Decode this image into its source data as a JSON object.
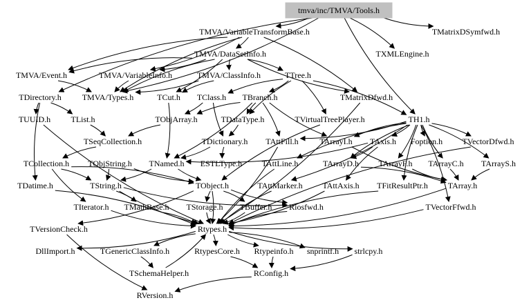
{
  "root": "tmva/inc/TMVA/Tools.h",
  "nodes": [
    {
      "id": "VTB",
      "label": "TMVA/VariableTransformBase.h"
    },
    {
      "id": "MDS",
      "label": "TMatrixDSymfwd.h"
    },
    {
      "id": "DSI",
      "label": "TMVA/DataSetInfo.h"
    },
    {
      "id": "XML",
      "label": "TXMLEngine.h"
    },
    {
      "id": "EVT",
      "label": "TMVA/Event.h"
    },
    {
      "id": "VIN",
      "label": "TMVA/VariableInfo.h"
    },
    {
      "id": "CIN",
      "label": "TMVA/ClassInfo.h"
    },
    {
      "id": "TRE",
      "label": "TTree.h"
    },
    {
      "id": "DIR",
      "label": "TDirectory.h"
    },
    {
      "id": "TYP",
      "label": "TMVA/Types.h"
    },
    {
      "id": "CUT",
      "label": "TCut.h"
    },
    {
      "id": "CLS",
      "label": "TClass.h"
    },
    {
      "id": "BRA",
      "label": "TBranch.h"
    },
    {
      "id": "MDF",
      "label": "TMatrixDfwd.h"
    },
    {
      "id": "UUI",
      "label": "TUUID.h"
    },
    {
      "id": "LST",
      "label": "TList.h"
    },
    {
      "id": "OAR",
      "label": "TObjArray.h"
    },
    {
      "id": "DTT",
      "label": "TDataType.h"
    },
    {
      "id": "VTP",
      "label": "TVirtualTreePlayer.h"
    },
    {
      "id": "TH1",
      "label": "TH1.h"
    },
    {
      "id": "SQC",
      "label": "TSeqCollection.h"
    },
    {
      "id": "DIC",
      "label": "TDictionary.h"
    },
    {
      "id": "AFL",
      "label": "TAttFill.h"
    },
    {
      "id": "ARI",
      "label": "TArrayI.h"
    },
    {
      "id": "AXS",
      "label": "TAxis.h"
    },
    {
      "id": "FOP",
      "label": "Foption.h"
    },
    {
      "id": "VDF",
      "label": "TVectorDfwd.h"
    },
    {
      "id": "COL",
      "label": "TCollection.h"
    },
    {
      "id": "OSH",
      "label": "TObjString.h"
    },
    {
      "id": "NAM",
      "label": "TNamed.h"
    },
    {
      "id": "EST",
      "label": "ESTLType.h"
    },
    {
      "id": "ALI",
      "label": "TAttLine.h"
    },
    {
      "id": "ARD",
      "label": "TArrayD.h"
    },
    {
      "id": "ARF",
      "label": "TArrayF.h"
    },
    {
      "id": "ARC",
      "label": "TArrayC.h"
    },
    {
      "id": "ARS",
      "label": "TArrayS.h"
    },
    {
      "id": "DTM",
      "label": "TDatime.h"
    },
    {
      "id": "STR",
      "label": "TString.h"
    },
    {
      "id": "OBJ",
      "label": "TObject.h"
    },
    {
      "id": "AMK",
      "label": "TAttMarker.h"
    },
    {
      "id": "AAX",
      "label": "TAttAxis.h"
    },
    {
      "id": "FRP",
      "label": "TFitResultPtr.h"
    },
    {
      "id": "ARR",
      "label": "TArray.h"
    },
    {
      "id": "ITR",
      "label": "TIterator.h"
    },
    {
      "id": "MTB",
      "label": "TMathBase.h"
    },
    {
      "id": "STG",
      "label": "TStorage.h"
    },
    {
      "id": "BUF",
      "label": "TBuffer.h"
    },
    {
      "id": "RFW",
      "label": "Riosfwd.h"
    },
    {
      "id": "VFF",
      "label": "TVectorFfwd.h"
    },
    {
      "id": "VCK",
      "label": "TVersionCheck.h"
    },
    {
      "id": "RTY",
      "label": "Rtypes.h"
    },
    {
      "id": "DLL",
      "label": "DllImport.h"
    },
    {
      "id": "GCI",
      "label": "TGenericClassInfo.h"
    },
    {
      "id": "RTC",
      "label": "RtypesCore.h"
    },
    {
      "id": "RTI",
      "label": "Rtypeinfo.h"
    },
    {
      "id": "SNP",
      "label": "snprintf.h"
    },
    {
      "id": "SCP",
      "label": "strlcpy.h"
    },
    {
      "id": "SCH",
      "label": "TSchemaHelper.h"
    },
    {
      "id": "RCF",
      "label": "RConfig.h"
    },
    {
      "id": "RVR",
      "label": "RVersion.h"
    }
  ],
  "edges": [
    [
      "ROOT",
      "VTB"
    ],
    [
      "ROOT",
      "MDS"
    ],
    [
      "ROOT",
      "XML"
    ],
    [
      "ROOT",
      "DIR"
    ],
    [
      "ROOT",
      "TYP"
    ],
    [
      "ROOT",
      "TH1"
    ],
    [
      "VTB",
      "DSI"
    ],
    [
      "VTB",
      "TYP"
    ],
    [
      "VTB",
      "VIN"
    ],
    [
      "VTB",
      "EVT"
    ],
    [
      "VTB",
      "MDF"
    ],
    [
      "DSI",
      "EVT"
    ],
    [
      "DSI",
      "VIN"
    ],
    [
      "DSI",
      "CIN"
    ],
    [
      "DSI",
      "TRE"
    ],
    [
      "DSI",
      "TYP"
    ],
    [
      "DSI",
      "CUT"
    ],
    [
      "DSI",
      "MDF"
    ],
    [
      "EVT",
      "TYP"
    ],
    [
      "VIN",
      "TYP"
    ],
    [
      "CIN",
      "TYP"
    ],
    [
      "CIN",
      "CUT"
    ],
    [
      "TRE",
      "BRA"
    ],
    [
      "TRE",
      "DTT"
    ],
    [
      "TRE",
      "VTP"
    ],
    [
      "TRE",
      "CLS"
    ],
    [
      "TRE",
      "TH1"
    ],
    [
      "DIR",
      "UUI"
    ],
    [
      "DIR",
      "LST"
    ],
    [
      "DIR",
      "DTM"
    ],
    [
      "CUT",
      "NAM"
    ],
    [
      "CLS",
      "DIC"
    ],
    [
      "CLS",
      "OAR"
    ],
    [
      "BRA",
      "OAR"
    ],
    [
      "BRA",
      "NAM"
    ],
    [
      "BRA",
      "ARI"
    ],
    [
      "BRA",
      "AFL"
    ],
    [
      "BRA",
      "DTT"
    ],
    [
      "MDF",
      "RTY"
    ],
    [
      "UUI",
      "RTY"
    ],
    [
      "LST",
      "SQC"
    ],
    [
      "OAR",
      "SQC"
    ],
    [
      "DTT",
      "DIC"
    ],
    [
      "VTP",
      "OBJ"
    ],
    [
      "TH1",
      "AFL"
    ],
    [
      "TH1",
      "ARI"
    ],
    [
      "TH1",
      "AXS"
    ],
    [
      "TH1",
      "FOP"
    ],
    [
      "TH1",
      "VDF"
    ],
    [
      "TH1",
      "ALI"
    ],
    [
      "TH1",
      "AMK"
    ],
    [
      "TH1",
      "ARD"
    ],
    [
      "TH1",
      "ARF"
    ],
    [
      "TH1",
      "ARC"
    ],
    [
      "TH1",
      "ARS"
    ],
    [
      "TH1",
      "FRP"
    ],
    [
      "TH1",
      "VFF"
    ],
    [
      "SQC",
      "COL"
    ],
    [
      "DIC",
      "NAM"
    ],
    [
      "DIC",
      "EST"
    ],
    [
      "AFL",
      "RTY"
    ],
    [
      "ARI",
      "ARR"
    ],
    [
      "AXS",
      "NAM"
    ],
    [
      "AXS",
      "AAX"
    ],
    [
      "AXS",
      "ARD"
    ],
    [
      "VDF",
      "RTY"
    ],
    [
      "COL",
      "OBJ"
    ],
    [
      "COL",
      "ITR"
    ],
    [
      "COL",
      "STR"
    ],
    [
      "OSH",
      "OBJ"
    ],
    [
      "OSH",
      "STR"
    ],
    [
      "NAM",
      "OBJ"
    ],
    [
      "NAM",
      "STR"
    ],
    [
      "ALI",
      "RTY"
    ],
    [
      "ARD",
      "ARR"
    ],
    [
      "ARF",
      "ARR"
    ],
    [
      "ARC",
      "ARR"
    ],
    [
      "ARS",
      "ARR"
    ],
    [
      "DTM",
      "RTY"
    ],
    [
      "STR",
      "RTY"
    ],
    [
      "STR",
      "MTB"
    ],
    [
      "STR",
      "RFW"
    ],
    [
      "OBJ",
      "RTY"
    ],
    [
      "OBJ",
      "STG"
    ],
    [
      "OBJ",
      "BUF"
    ],
    [
      "OBJ",
      "RFW"
    ],
    [
      "OBJ",
      "VCK"
    ],
    [
      "AMK",
      "RTY"
    ],
    [
      "AAX",
      "RTY"
    ],
    [
      "FRP",
      "RTY"
    ],
    [
      "ARR",
      "RTY"
    ],
    [
      "ITR",
      "RTY"
    ],
    [
      "MTB",
      "RTY"
    ],
    [
      "STG",
      "RTY"
    ],
    [
      "BUF",
      "RTY"
    ],
    [
      "RFW",
      "RTY"
    ],
    [
      "VFF",
      "RTY"
    ],
    [
      "VCK",
      "RVR"
    ],
    [
      "RTY",
      "DLL"
    ],
    [
      "RTY",
      "GCI"
    ],
    [
      "RTY",
      "RTC"
    ],
    [
      "RTY",
      "RTI"
    ],
    [
      "RTY",
      "SNP"
    ],
    [
      "RTY",
      "SCP"
    ],
    [
      "GCI",
      "SCH"
    ],
    [
      "SCH",
      "RTY"
    ],
    [
      "RTC",
      "RCF"
    ],
    [
      "RTI",
      "RCF"
    ],
    [
      "SCP",
      "RCF"
    ],
    [
      "RCF",
      "RVR"
    ]
  ]
}
